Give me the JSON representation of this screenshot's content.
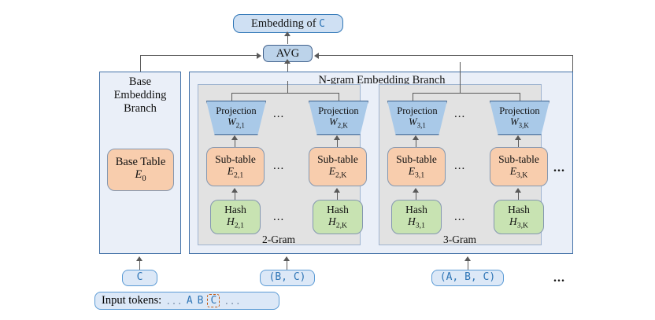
{
  "figure": {
    "title_node": {
      "prefix": "Embedding of",
      "token": "C"
    },
    "avg_node": "AVG"
  },
  "base_branch": {
    "title_lines": [
      "Base",
      "Embedding",
      "Branch"
    ],
    "table": {
      "name": "Base Table",
      "symbol": "E",
      "subscript": "0"
    },
    "input_token": "C"
  },
  "ngram_branch": {
    "title": "N-gram Embedding Branch",
    "trailing_dots": "...",
    "groups": [
      {
        "caption": "2-Gram",
        "input_token": "(B, C)",
        "between_dots": "...",
        "columns": [
          {
            "projection": {
              "name": "Projection",
              "symbol": "W",
              "subscript": "2,1"
            },
            "subtable": {
              "name": "Sub-table",
              "symbol": "E",
              "subscript": "2,1"
            },
            "hash": {
              "name": "Hash",
              "symbol": "H",
              "subscript": "2,1"
            }
          },
          {
            "projection": {
              "name": "Projection",
              "symbol": "W",
              "subscript": "2,K"
            },
            "subtable": {
              "name": "Sub-table",
              "symbol": "E",
              "subscript": "2,K"
            },
            "hash": {
              "name": "Hash",
              "symbol": "H",
              "subscript": "2,K"
            }
          }
        ]
      },
      {
        "caption": "3-Gram",
        "input_token": "(A, B, C)",
        "between_dots": "...",
        "columns": [
          {
            "projection": {
              "name": "Projection",
              "symbol": "W",
              "subscript": "3,1"
            },
            "subtable": {
              "name": "Sub-table",
              "symbol": "E",
              "subscript": "3,1"
            },
            "hash": {
              "name": "Hash",
              "symbol": "H",
              "subscript": "3,1"
            }
          },
          {
            "projection": {
              "name": "Projection",
              "symbol": "W",
              "subscript": "3,K"
            },
            "subtable": {
              "name": "Sub-table",
              "symbol": "E",
              "subscript": "3,K"
            },
            "hash": {
              "name": "Hash",
              "symbol": "H",
              "subscript": "3,K"
            }
          }
        ]
      }
    ],
    "tail_dots": "..."
  },
  "input_tokens": {
    "label": "Input tokens:",
    "leading_dots": "...",
    "tokens": [
      "A",
      "B"
    ],
    "highlighted_token": "C",
    "trailing_dots": "..."
  },
  "colors": {
    "panel_fill": "#eaeff8",
    "panel_border": "#4472a8",
    "group_fill": "#e2e2e2",
    "group_border": "#9fb4d0",
    "table_orange": "#f8cdad",
    "hash_green": "#c8e3b2",
    "projection_blue": "#a9c9e8",
    "token_blue": "#dce8f7",
    "token_text": "#2e75b6",
    "highlight_dashed": "#c55a11",
    "connector": "#595959"
  }
}
